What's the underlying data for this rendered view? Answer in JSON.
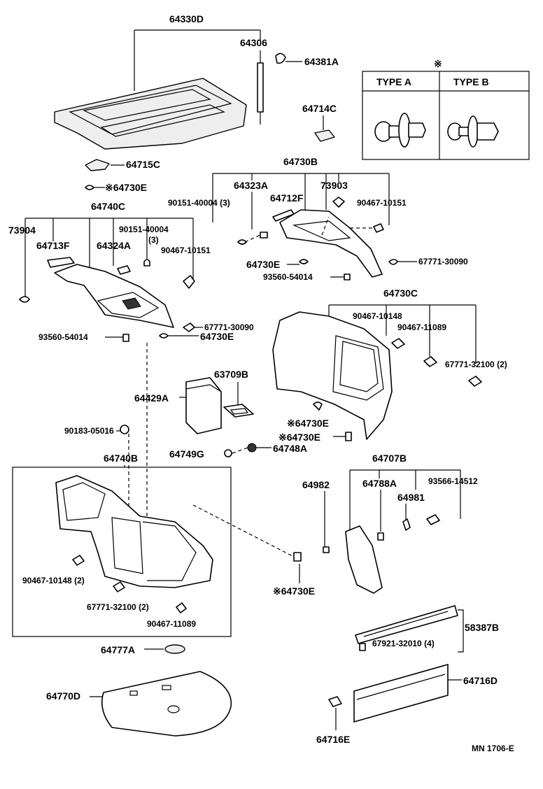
{
  "labels": {
    "l64330D": "64330D",
    "l64306": "64306",
    "l64381A": "64381A",
    "l64714C": "64714C",
    "l64715C": "64715C",
    "l64730E_a": "※64730E",
    "l64740C": "64740C",
    "l73904": "73904",
    "l64713F": "64713F",
    "l64324A": "64324A",
    "l90151_40004_a": "90151-40004",
    "l90151_40004_a_qty": "(3)",
    "l90467_10151_a": "90467-10151",
    "l64730B": "64730B",
    "l64323A": "64323A",
    "l64712F": "64712F",
    "l73903": "73903",
    "l90151_40004_b": "90151-40004 (3)",
    "l90467_10151_b": "90467-10151",
    "l64730E_b": "64730E",
    "l67771_30090_a": "67771-30090",
    "l93560_54014_a": "93560-54014",
    "l67771_30090_b": "67771-30090",
    "l93560_54014_b": "93560-54014",
    "l64730E_c": "64730E",
    "l64730C": "64730C",
    "l90467_10148_a": "90467-10148",
    "l90467_11089_a": "90467-11089",
    "l67771_32100_a": "67771-32100 (2)",
    "l63709B": "63709B",
    "l64429A": "64429A",
    "l64730E_d": "※64730E",
    "l64730E_e": "※64730E",
    "l90183_05016": "90183-05016",
    "l64749G": "64749G",
    "l64748A": "64748A",
    "l64740B": "64740B",
    "l64707B": "64707B",
    "l64982": "64982",
    "l64788A": "64788A",
    "l93566_14512": "93566-14512",
    "l64981": "64981",
    "l90467_10148_b": "90467-10148 (2)",
    "l67771_32100_b": "67771-32100 (2)",
    "l90467_11089_b": "90467-11089",
    "l64730E_f": "※64730E",
    "l58387B": "58387B",
    "l67921_32010": "67921-32010 (4)",
    "l64777A": "64777A",
    "l64716D": "64716D",
    "l64770D": "64770D",
    "l64716E": "64716E",
    "diagram_code": "MN 1706-E"
  },
  "legend": {
    "mark": "※",
    "type_a": "TYPE A",
    "type_b": "TYPE B"
  }
}
